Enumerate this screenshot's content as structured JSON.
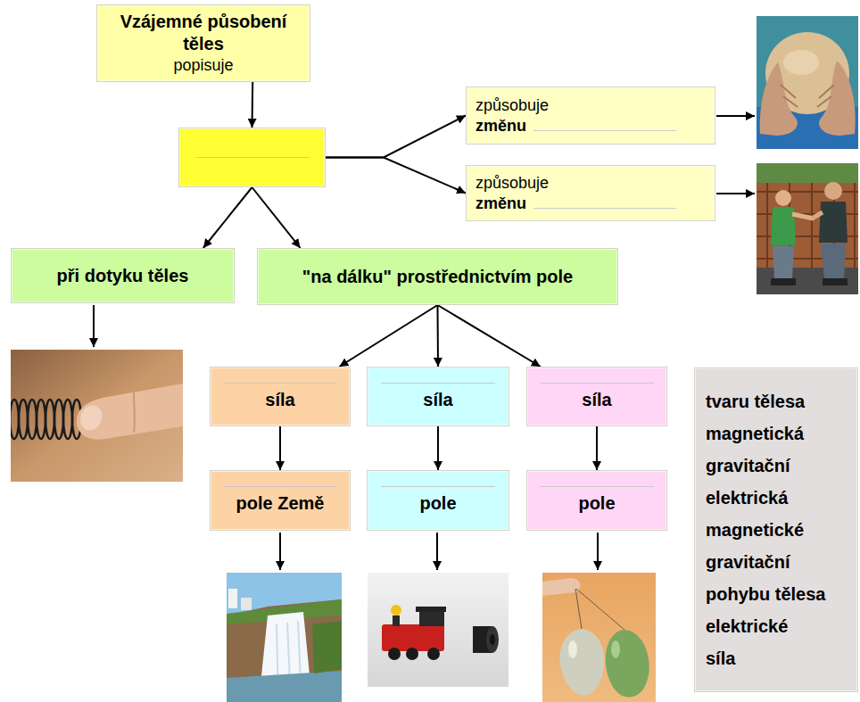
{
  "diagram": {
    "nodes": [
      {
        "text": [
          "Vzájemné působení těles",
          "popisuje"
        ]
      },
      {
        "text": []
      },
      {
        "text": [
          "způsobuje",
          "změnu"
        ]
      },
      {
        "text": [
          "způsobuje",
          "změnu"
        ]
      },
      {
        "text": [
          "při dotyku těles"
        ]
      },
      {
        "text": [
          "\"na dálku\" prostřednictvím pole"
        ]
      },
      {
        "text": [
          "síla"
        ]
      },
      {
        "text": [
          "síla"
        ]
      },
      {
        "text": [
          "síla"
        ]
      },
      {
        "text": [
          "pole Země"
        ]
      },
      {
        "text": [
          "pole"
        ]
      },
      {
        "text": [
          "pole"
        ]
      },
      {
        "text": [
          "tvaru tělesa",
          "magnetická",
          "gravitační",
          "elektrická",
          "magnetické",
          "gravitační",
          "pohybu tělesa",
          "elektrické",
          "síla"
        ]
      }
    ],
    "edges": [
      {
        "from": 0,
        "to": 1,
        "arrow": "to"
      },
      {
        "from": 1,
        "to": 2,
        "arrow": "to"
      },
      {
        "from": 1,
        "to": 3,
        "arrow": "to"
      },
      {
        "from": 1,
        "to": 4,
        "arrow": "to"
      },
      {
        "from": 1,
        "to": 5,
        "arrow": "to"
      },
      {
        "from": 5,
        "to": 6,
        "arrow": "to"
      },
      {
        "from": 5,
        "to": 7,
        "arrow": "to"
      },
      {
        "from": 5,
        "to": 8,
        "arrow": "to"
      },
      {
        "from": 6,
        "to": 9,
        "arrow": "to"
      },
      {
        "from": 7,
        "to": 10,
        "arrow": "to"
      },
      {
        "from": 8,
        "to": 11,
        "arrow": "to"
      }
    ]
  }
}
